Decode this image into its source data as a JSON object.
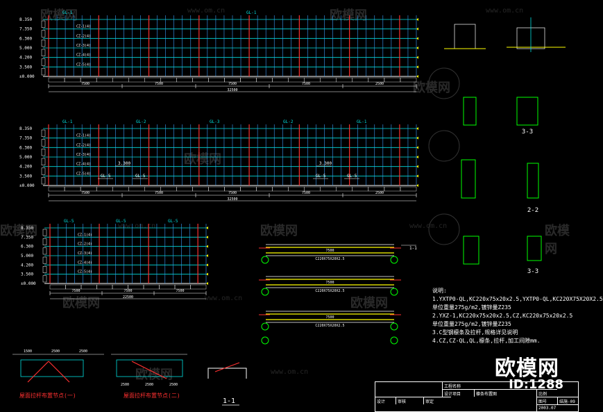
{
  "watermark": {
    "brand": "欧模网",
    "url": "www.om.cn"
  },
  "brand": {
    "name": "欧模网",
    "id": "ID:1288"
  },
  "elevations": [
    {
      "levels": [
        "8.350",
        "7.350",
        "6.300",
        "5.000",
        "4.200",
        "3.500",
        "±0.000"
      ],
      "gl_labels": [
        "GL-1",
        "GL-1"
      ],
      "cz_labels": [
        "CZ-1(4)",
        "CZ-2(4)",
        "CZ-3(4)",
        "CZ-4(4)",
        "CZ-5(4)"
      ],
      "total": "32500",
      "sub": [
        "7500",
        "7500",
        "7500",
        "7500",
        "2500"
      ]
    },
    {
      "levels": [
        "8.350",
        "7.350",
        "6.300",
        "5.000",
        "4.200",
        "3.500",
        "±0.000"
      ],
      "gl_labels": [
        "GL-1",
        "GL-2",
        "GL-3",
        "GL-2",
        "GL-1"
      ],
      "cz_labels": [
        "CZ-1(4)",
        "CZ-2(4)",
        "CZ-3(4)",
        "CZ-4(4)",
        "CZ-5(4)"
      ],
      "total": "32500",
      "sub": [
        "7500",
        "7500",
        "7500",
        "7500",
        "2500"
      ],
      "marks": [
        "3.300",
        "3.300",
        "GL-5",
        "GL-5",
        "GL-5",
        "GL-5"
      ]
    },
    {
      "levels": [
        "8.350",
        "7.350",
        "6.300",
        "5.000",
        "4.200",
        "3.500",
        "±0.000"
      ],
      "gl_labels": [
        "GL-5",
        "GL-5",
        "GL-5"
      ],
      "cz_labels": [
        "CZ-1(4)",
        "CZ-2(4)",
        "CZ-3(4)",
        "CZ-4(4)",
        "CZ-5(4)"
      ],
      "total": "22500",
      "sub": [
        "7500",
        "7500",
        "7500"
      ]
    }
  ],
  "beams": [
    {
      "label": "C220X75X20X2.5",
      "dim": "7500"
    },
    {
      "label": "C220X75X20X2.5",
      "dim": "7500"
    },
    {
      "label": "C220X75X20X2.5",
      "dim": "7500"
    }
  ],
  "sections": {
    "s11": "1-1",
    "s22": "2-2",
    "s33": "3-3",
    "s33b": "3-3",
    "s22b": "2-2",
    "s11b": "1-1"
  },
  "bottom_details": {
    "left_title": "屋面拉杆布置节点(一)",
    "mid_title": "屋面拉杆布置节点(二)",
    "dims_left": [
      "1500",
      "2500",
      "2500"
    ],
    "dims_mid": [
      "2500",
      "2500",
      "2500"
    ]
  },
  "notes": {
    "title": "说明:",
    "lines": [
      "1.YXTP0-QL,KC220x75x20x2.5,YXTP0-QL,KC220X75X20X2.5",
      "   单位重量275g/m2,镀锌量Z235",
      "2.YXZ-1,KC220x75x20x2.5,CZ,KC220x75x20x2.5",
      "   单位重量275g/m2,镀锌量Z235",
      "3.C型钢檩条及拉杆,规格详见说明",
      "4.CZ,CZ-QL,QL,檩条,拉杆,加工间隙mm."
    ]
  },
  "title_block": {
    "project": "工程名称",
    "design": "设计项目",
    "drawing": "檩条布置图",
    "designer": "设计",
    "checker": "审核",
    "approver": "审定",
    "scale": "比例",
    "no": "图号",
    "date": "2003.07",
    "code": "结施-09"
  }
}
